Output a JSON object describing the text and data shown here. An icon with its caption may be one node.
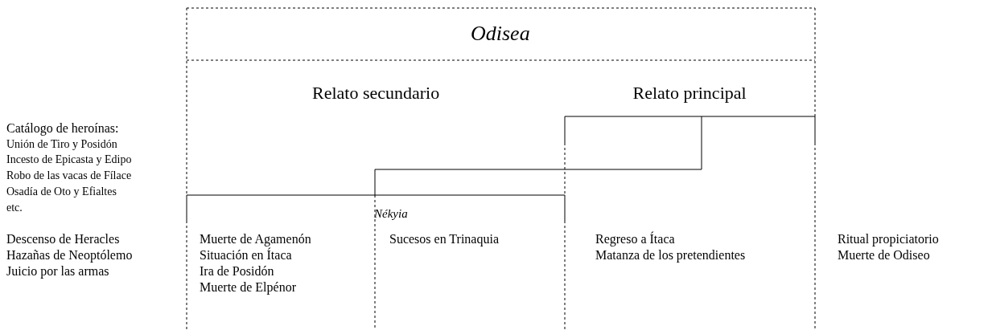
{
  "diagram": {
    "title": "Odisea",
    "labels": [
      "Relato secundario",
      "Relato principal",
      "Catálogo de heroínas:",
      "Unión de Tiro y Posidón",
      "Incesto de Epicasta y Edipo",
      "Robo de las vacas de Fílace",
      "Osadía de Oto y Efialtes",
      "etc.",
      "Nékyia",
      "Descenso de Heracles",
      "Hazañas de Neoptólemo",
      "Juicio por las armas",
      "Muerte de Agamenón",
      "Situación en Ítaca",
      "Ira de Posidón",
      "Muerte de Elpénor",
      "Sucesos en Trinaquia",
      "Regreso a Ítaca",
      "Matanza de los pretendientes",
      "Ritual propiciatorio",
      "Muerte de Odiseo"
    ]
  }
}
